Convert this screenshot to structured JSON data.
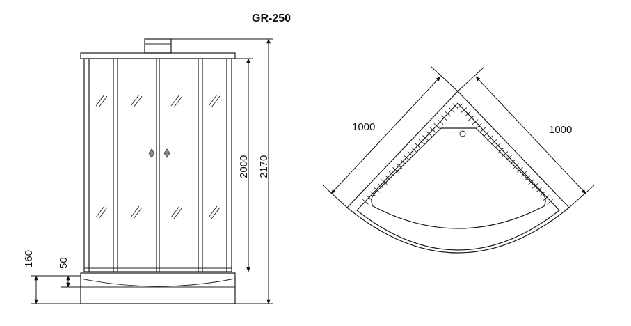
{
  "title": "GR-250",
  "dimensions": {
    "height_total": "2170",
    "height_cabin": "2000",
    "tray_height": "160",
    "step_height": "50",
    "side_left": "1000",
    "side_right": "1000"
  },
  "colors": {
    "line": "#1a1a1a",
    "handle": "#8a8a8a",
    "background": "#ffffff"
  }
}
